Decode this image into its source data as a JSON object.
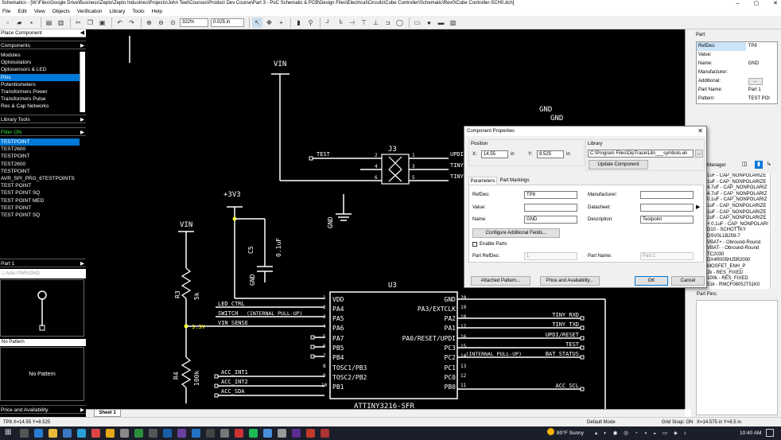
{
  "window": {
    "title": "Schematics - [W:\\Files\\Google Drive\\Business\\Zepto\\Zepto Industries\\Projects\\John Teel\\Courses\\Product Dev Course\\Part 3 - PoC Schematic & PCB\\Design Files\\Electrical\\Circuits\\Cube Controller\\Schematic\\Rev0\\Cube Controller-SCH0.dch]",
    "min": "–",
    "max": "▢",
    "close": "✕"
  },
  "menu": [
    "File",
    "Edit",
    "View",
    "Objects",
    "Verification",
    "Library",
    "Tools",
    "Help"
  ],
  "toolbar": {
    "zoom": "322%",
    "grid": "0.025 in"
  },
  "left": {
    "place_component": "Place Component",
    "components_header": "Components",
    "categories": [
      "Modules",
      "Optoisolators",
      "Optosensors & LED",
      "Pins",
      "Potentiometers",
      "Transformers Power",
      "Transformers Pulse",
      "Res & Cap Networks"
    ],
    "selected_category": "Pins",
    "library_tools": "Library Tools",
    "filter": "Filter ON",
    "parts": [
      "TESTPOINT",
      "TEST2600",
      "TESTPOINT",
      "TEST2600",
      "TESTPOINT",
      "AVR_SPI_PRG_6TESTPOINTS",
      "TEST POINT",
      "TEST POINT SQ",
      "TEST POINT MED",
      "TEST POINT",
      "TEST POINT SQ"
    ],
    "part_header": "Part 1",
    "auto_pwr": "Auto PWR/GND",
    "pattern_header": "No Pattern",
    "no_pattern": "No Pattern",
    "price": "Price and Availability"
  },
  "canvas": {
    "nets": {
      "vin1": "VIN",
      "vin2": "VIN",
      "v33": "+3V3",
      "v33b": "3.3V",
      "gnd1": "GND",
      "gnd2": "GND",
      "gnd3": "GND",
      "test": "TEST"
    },
    "j3": {
      "ref": "J3",
      "pins": [
        "2",
        "1",
        "4",
        "3",
        "6",
        "5"
      ],
      "nets": [
        "UPDI",
        "TINY_TX",
        "TINY_RX"
      ]
    },
    "u3": {
      "ref": "U3",
      "part": "ATTINY3216-SFR",
      "left": [
        [
          "VDD",
          "1"
        ],
        [
          "PA4",
          "2"
        ],
        [
          "PA5",
          "3"
        ],
        [
          "PA6",
          "4"
        ],
        [
          "PA7",
          "5"
        ],
        [
          "PB5",
          "6"
        ],
        [
          "PB4",
          "7"
        ],
        [
          "TOSC1/PB3",
          "8"
        ],
        [
          "TOSC2/PB2",
          "9"
        ],
        [
          "PB1",
          "10"
        ]
      ],
      "right": [
        [
          "GND",
          "20"
        ],
        [
          "PA3/EXTCLK",
          "19"
        ],
        [
          "PA2",
          "18"
        ],
        [
          "PA1",
          "17"
        ],
        [
          "PA0/RESET/UPDI",
          "16"
        ],
        [
          "PC3",
          "15"
        ],
        [
          "PC2",
          "14"
        ],
        [
          "PC1",
          "13"
        ],
        [
          "PC0",
          "12"
        ],
        [
          "PB0",
          "11"
        ]
      ]
    },
    "r3": {
      "ref": "R3",
      "val": "5k"
    },
    "r4": {
      "ref": "R4",
      "val": "100k"
    },
    "c5": {
      "ref": "C5",
      "val": "0.1uF"
    },
    "left_nets": [
      "LED_CTRL",
      "SWITCH",
      "(INTERNAL PULL-UP)",
      "VIN_SENSE",
      "ACC_INT1",
      "ACC_INT2",
      "ACC_SDA"
    ],
    "right_nets": [
      "TINY_RXD",
      "TINY_TXD",
      "UPDI/RESET",
      "TEST",
      "(INTERNAL PULL-UP)",
      "BAT_STATUS",
      "ACC_SCL"
    ],
    "sheet_tab": "Sheet 1"
  },
  "dialog": {
    "title": "Component Properties",
    "position": "Position",
    "x_label": "X:",
    "x": "14.55",
    "x_unit": "in",
    "y_label": "Y:",
    "y": "8.525",
    "y_unit": "in",
    "library": "Library",
    "lib_path": "C:\\Program Files\\DipTrace\\Lib\\___symbols.eli",
    "browse": "...",
    "update": "Update Component",
    "tab_params": "Parameters",
    "tab_markings": "Part Markings",
    "refdes_label": "RefDes:",
    "refdes": "TP8",
    "value_label": "Value:",
    "value": "",
    "name_label": "Name:",
    "name": "GND",
    "manufacturer_label": "Manufacturer:",
    "datasheet_label": "Datasheet:",
    "description_label": "Description:",
    "description": "Testpoint",
    "config_btn": "Configure Additional Fields...",
    "enable_parts": "Enable Parts",
    "part_refdes_label": "Part RefDes:",
    "part_refdes": "1",
    "part_name_label": "Part Name:",
    "part_name": "Part 1",
    "attached": "Attached Pattern...",
    "price": "Price and Availability...",
    "ok": "OK",
    "cancel": "Cancel"
  },
  "right": {
    "part_header": "Part:",
    "props": [
      [
        "RefDes:",
        "TP8"
      ],
      [
        "Value:",
        ""
      ],
      [
        "Name:",
        "GND"
      ],
      [
        "Manufacturer:",
        ""
      ],
      [
        "Additional:",
        "..."
      ],
      [
        "Part Name:",
        "Part 1"
      ],
      [
        "Pattern:",
        "TEST POI"
      ]
    ],
    "manager": "n Manager",
    "manager_items": [
      "1uF - CAP_NONPOLARIZE",
      "1uF - CAP_NONPOLARIZE",
      "4.7uF - CAP_NONPOLARIZ",
      "4.7uF - CAP_NONPOLARIZ",
      "0.1uF - CAP_NONPOLARIZ",
      "1uF - CAP_NONPOLARIZE",
      "1uF - CAP_NONPOLARIZE",
      "1uF - CAP_NONPOLARIZE",
      "+ 0.1uF - CAP_NONPOLARI",
      "D10 - SCHOTTKY",
      "DSV0L1B259-7",
      "VBAT+ - Obround-Round",
      "VBAT- - Obround-Round",
      "TC2030",
      "DX4R005HJ5R2000",
      "MOSFET_ENH_P",
      "2k - RES_FIXED",
      "100k - RES_FIXED",
      "51k - RMCF0805JT51K0"
    ],
    "part_pins": "Part Pins:"
  },
  "status": {
    "left": "TP8  X=14.55  Y=8.525",
    "mode": "Default Mode",
    "grid": "Grid Snap: ON",
    "coords": "X=14.575 in     Y=8.5 in"
  },
  "taskbar": {
    "weather": "80°F  Sunny",
    "time": "10:40 AM"
  }
}
